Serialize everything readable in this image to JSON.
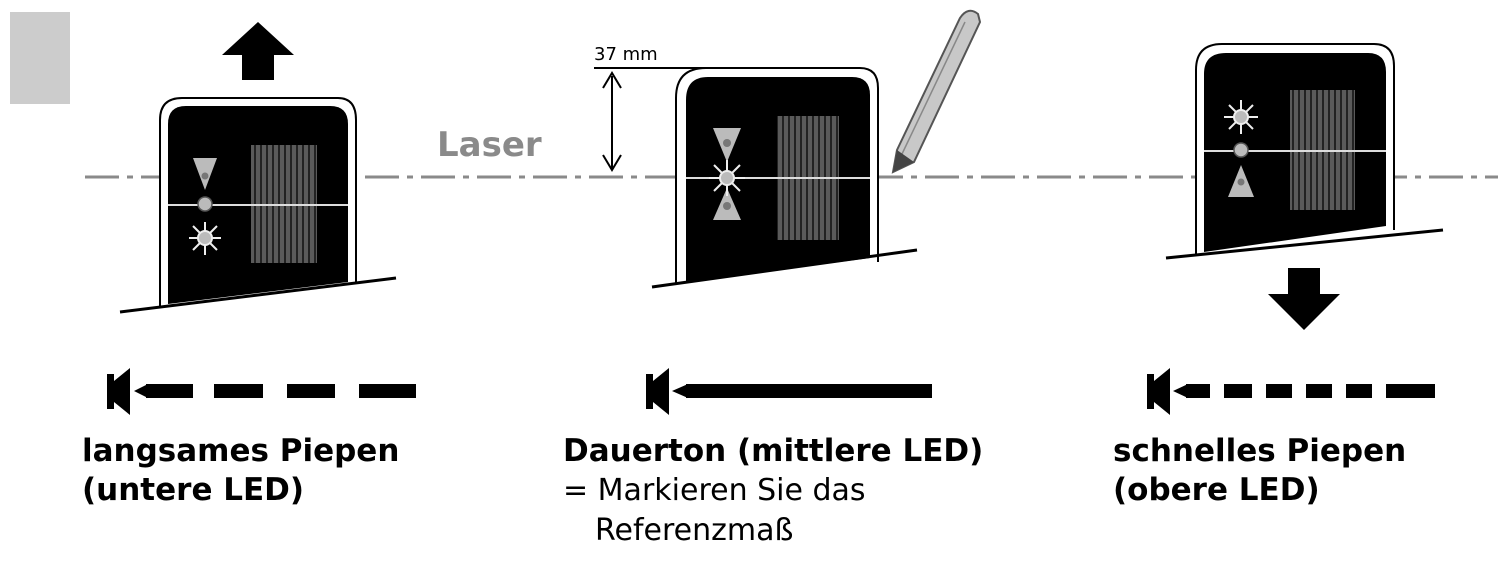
{
  "diagram": {
    "laser_label": "Laser",
    "measure_label": "37 mm"
  },
  "states": [
    {
      "line1": "langsames Piepen",
      "line2": "(untere LED)"
    },
    {
      "line1": "Dauerton (mittlere LED)",
      "line2": "= Markieren Sie das",
      "line3": "Referenzmaß"
    },
    {
      "line1": "schnelles Piepen",
      "line2": "(obere LED)"
    }
  ],
  "colors": {
    "device_body": "#000000",
    "laser_line": "#8a8a8a",
    "corner_tab": "#cccccc"
  }
}
